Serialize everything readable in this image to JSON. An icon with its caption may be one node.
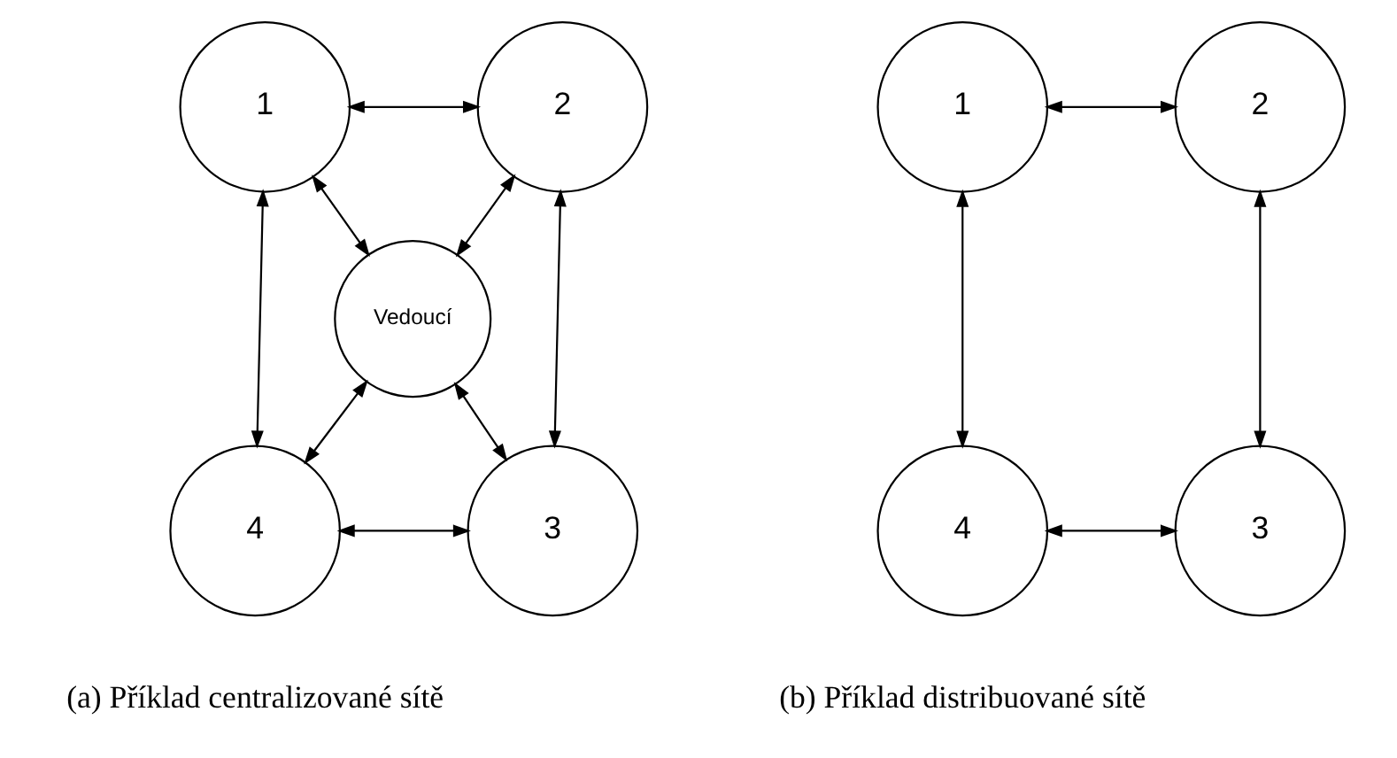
{
  "diagram": {
    "nodes": [
      {
        "text": [
          "1"
        ]
      },
      {
        "text": [
          "2"
        ]
      },
      {
        "text": [
          "Vedoucí"
        ]
      },
      {
        "text": [
          "4"
        ]
      },
      {
        "text": [
          "3"
        ]
      },
      {
        "text": [
          "1"
        ]
      },
      {
        "text": [
          "2"
        ]
      },
      {
        "text": [
          "4"
        ]
      },
      {
        "text": [
          "3"
        ]
      }
    ],
    "edges": [
      {
        "from": 0,
        "to": 1,
        "arrow": "both"
      },
      {
        "from": 0,
        "to": 2,
        "arrow": "both"
      },
      {
        "from": 1,
        "to": 2,
        "arrow": "both"
      },
      {
        "from": 0,
        "to": 3,
        "arrow": "both"
      },
      {
        "from": 1,
        "to": 4,
        "arrow": "both"
      },
      {
        "from": 2,
        "to": 3,
        "arrow": "both"
      },
      {
        "from": 2,
        "to": 4,
        "arrow": "both"
      },
      {
        "from": 3,
        "to": 4,
        "arrow": "both"
      },
      {
        "from": 5,
        "to": 6,
        "arrow": "both"
      },
      {
        "from": 5,
        "to": 7,
        "arrow": "both"
      },
      {
        "from": 6,
        "to": 8,
        "arrow": "both"
      },
      {
        "from": 7,
        "to": 8,
        "arrow": "both"
      }
    ],
    "labels": [
      "(a) Příklad centralizované sítě",
      "(b) Příklad distribuované sítě"
    ]
  }
}
